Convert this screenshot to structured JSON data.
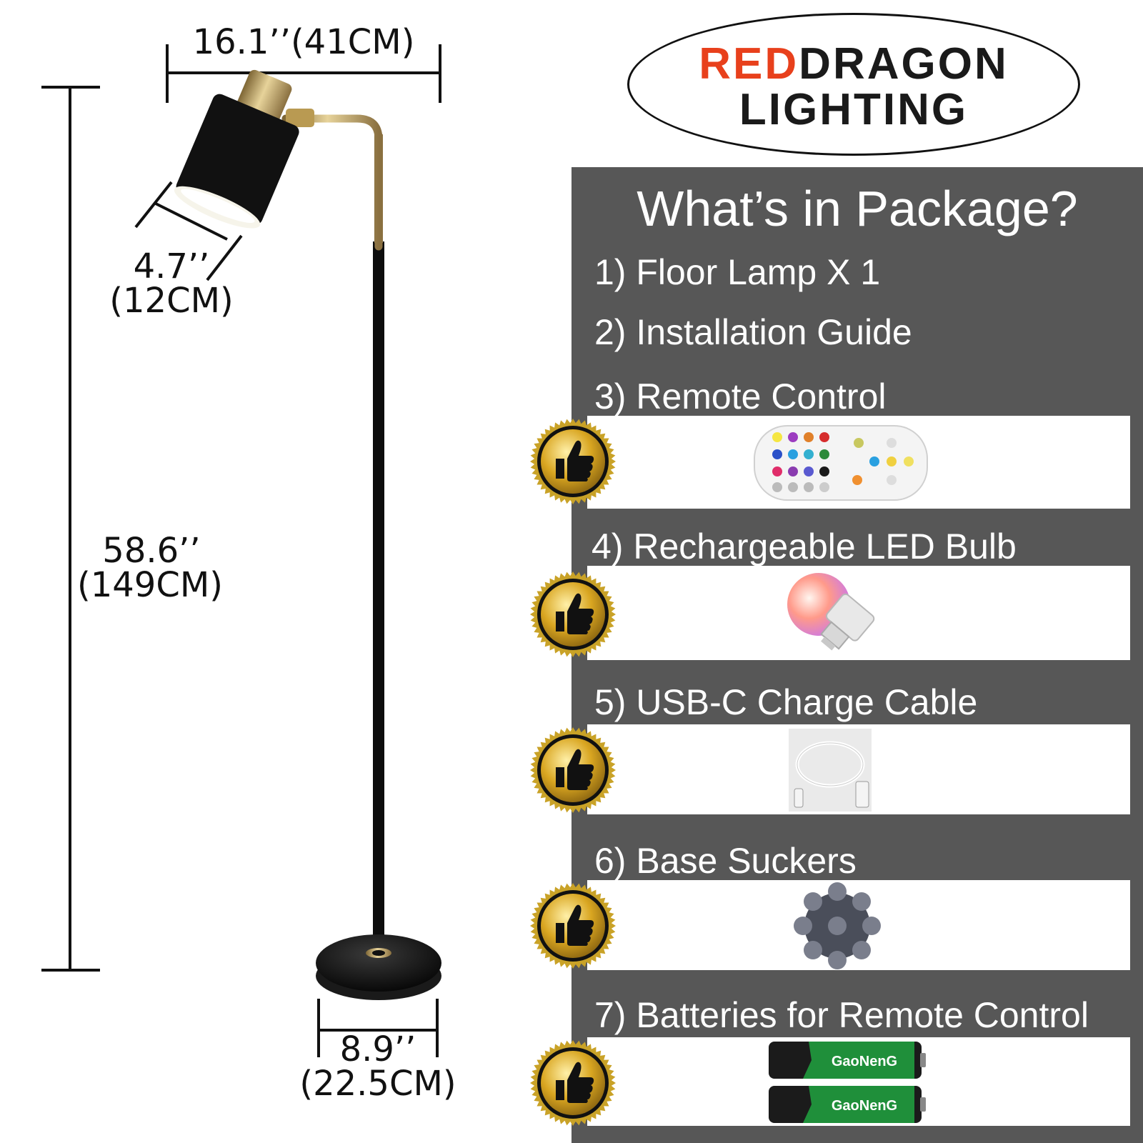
{
  "dimensions": {
    "width": "16.1’’(41CM)",
    "shade_inch": "4.7’’",
    "shade_cm": "(12CM)",
    "height_inch": "58.6’’",
    "height_cm": "(149CM)",
    "base_inch": "8.9’’",
    "base_cm": "(22.5CM)"
  },
  "logo": {
    "brand_red": "RED",
    "brand_dark": "DRAGON",
    "subtitle": "LIGHTING"
  },
  "package": {
    "title": "What’s in Package?",
    "items": [
      {
        "label": "1) Floor Lamp X 1"
      },
      {
        "label": "2) Installation Guide"
      },
      {
        "label": "3) Remote Control",
        "image": "remote-control"
      },
      {
        "label": "4) Rechargeable LED Bulb",
        "image": "led-bulb"
      },
      {
        "label": "5) USB-C Charge Cable",
        "image": "usb-c-cable"
      },
      {
        "label": "6) Base Suckers",
        "image": "base-suckers"
      },
      {
        "label": "7) Batteries for Remote Control",
        "image": "batteries"
      }
    ]
  },
  "battery_brand": "GaoNenG",
  "colors": {
    "brand_red": "#e8401c",
    "panel": "#575757",
    "gold": "#c9a227",
    "lamp_black": "#111111",
    "brass": "#b99a52"
  }
}
